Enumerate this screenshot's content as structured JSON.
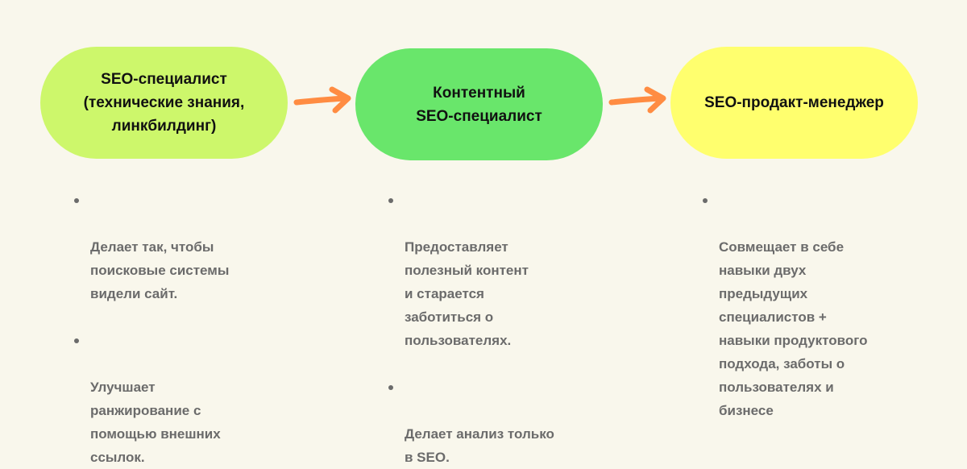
{
  "colors": {
    "background": "#f9f7ec",
    "arrow": "#ff8c42",
    "pill_text": "#111111",
    "desc_text": "#6b6b6b"
  },
  "stages": [
    {
      "title": "SEO-специалист\n(технические знания,\nлинкбилдинг)",
      "color": "#cdf76b",
      "bullets": [
        "Делает так, чтобы\nпоисковые системы\nвидели сайт.",
        "Улучшает\nранжирование с\nпомощью внешних\nссылок."
      ]
    },
    {
      "title": "Контентный\nSEO-специалист",
      "color": "#69e66b",
      "bullets": [
        "Предоставляет\nполезный контент\nи старается\nзаботиться о\nпользователях.",
        "Делает анализ только\nв SEO."
      ]
    },
    {
      "title": "SEO-продакт-менеджер",
      "color": "#ffff6e",
      "bullets": [
        "Совмещает в себе\nнавыки двух\nпредыдущих\nспециалистов +\nнавыки продуктового\nподхода, заботы о\nпользователях и\nбизнесе"
      ]
    }
  ],
  "arrows": [
    {
      "icon": "arrow-right-icon",
      "from": 0,
      "to": 1
    },
    {
      "icon": "arrow-right-icon",
      "from": 1,
      "to": 2
    }
  ]
}
